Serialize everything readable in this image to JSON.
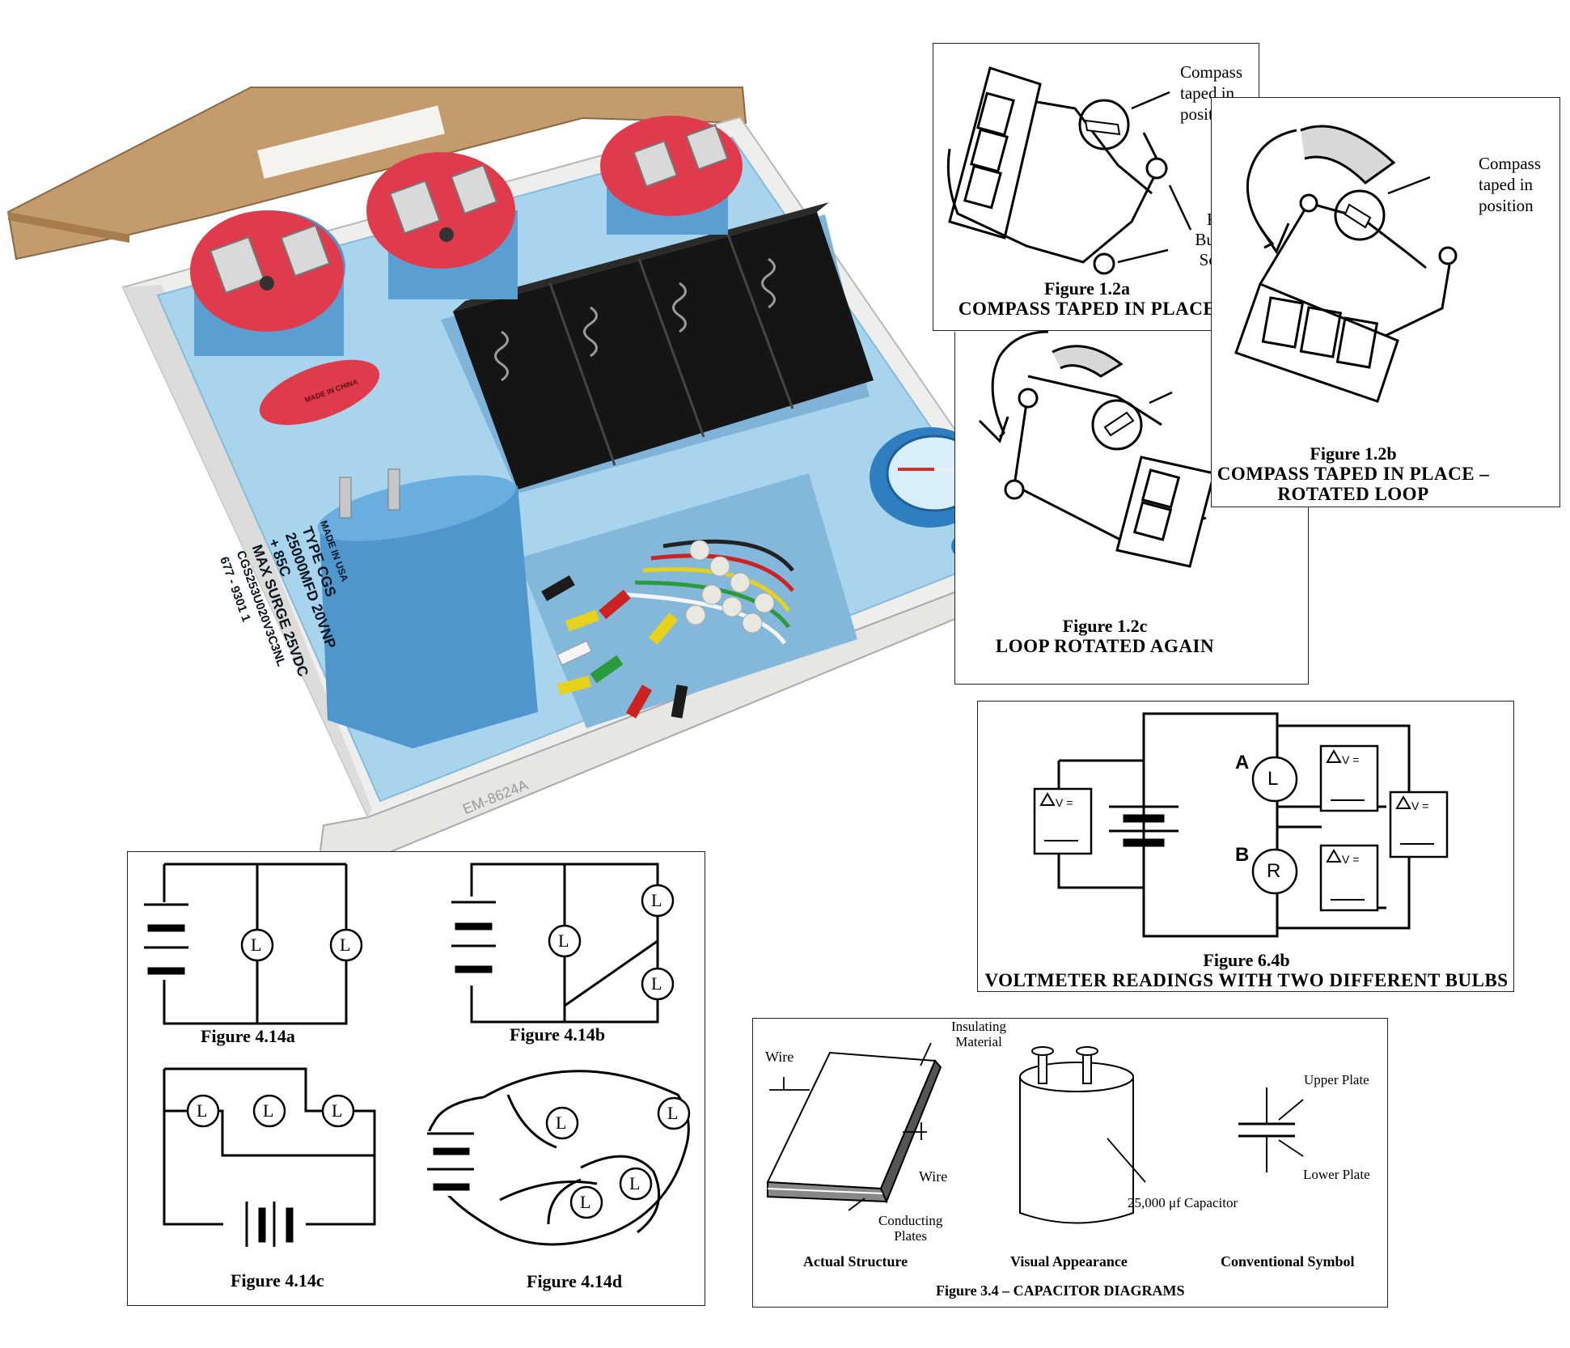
{
  "colors": {
    "foam": "#a9d4ee",
    "box_white": "#eeeeec",
    "lid_brown": "#c49b6c",
    "socket_red": "#e03b4c",
    "capacitor_blue": "#4f96cc",
    "holder_black": "#151515",
    "compass_blue": "#2f7fc0"
  },
  "photo": {
    "capacitor_lines": [
      "MADE IN USA",
      "TYPE CGS",
      "25000MFD 20VNP",
      "+ 85C",
      "MAX SURGE 25VDC",
      "CGS253U020V3C3NL",
      "677 - 9301   1"
    ],
    "socket_label": "MADE IN CHINA",
    "box_label": "EM-8624A"
  },
  "fig12a": {
    "caption_fig": "Figure 1.2a",
    "caption_sub": "COMPASS TAPED IN PLACE",
    "label_compass": [
      "Compass",
      "taped in",
      "position"
    ],
    "label_bulbs": [
      "Round",
      "Bulbs in",
      "Sockets"
    ]
  },
  "fig12b": {
    "caption_fig": "Figure 1.2b",
    "caption_sub1": "COMPASS TAPED IN PLACE –",
    "caption_sub2": "ROTATED LOOP",
    "label_compass": [
      "Compass",
      "taped in",
      "position"
    ]
  },
  "fig12c": {
    "caption_fig": "Figure 1.2c",
    "caption_sub": "LOOP ROTATED AGAIN"
  },
  "fig64b": {
    "caption_fig": "Figure 6.4b",
    "caption_sub": "VOLTMETER READINGS WITH TWO DIFFERENT BULBS",
    "label_a": "A",
    "label_b": "B",
    "bulb_top": "L",
    "bulb_bottom": "R",
    "meter_label": "V ="
  },
  "fig414": {
    "a": "Figure 4.14a",
    "b": "Figure 4.14b",
    "c": "Figure 4.14c",
    "d": "Figure 4.14d",
    "bulb": "L"
  },
  "fig34": {
    "label_wire_top": "Wire",
    "label_insulating": [
      "Insulating",
      "Material"
    ],
    "label_wire_bottom": "Wire",
    "label_conducting": [
      "Conducting",
      "Plates"
    ],
    "label_capacitor": "25,000 μf Capacitor",
    "label_upper": "Upper Plate",
    "label_lower": "Lower Plate",
    "col_actual": "Actual Structure",
    "col_visual": "Visual Appearance",
    "col_symbol": "Conventional Symbol",
    "caption": "Figure 3.4 – CAPACITOR DIAGRAMS"
  }
}
